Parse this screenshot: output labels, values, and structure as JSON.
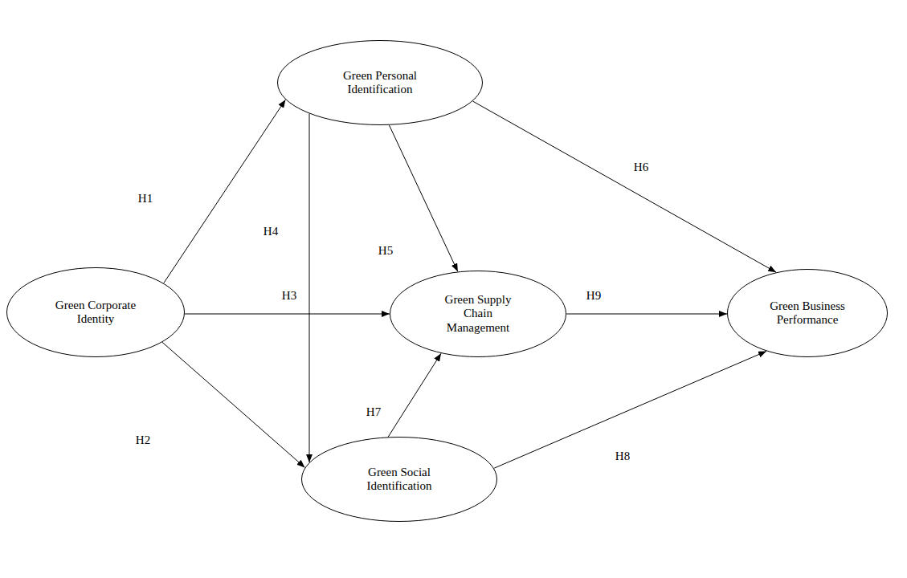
{
  "diagram": {
    "nodes": [
      {
        "text": [
          "Green Personal Identification"
        ]
      },
      {
        "text": [
          "Green Corporate Identity"
        ]
      },
      {
        "text": [
          "Green Supply Chain Management"
        ]
      },
      {
        "text": [
          "Green Business Performance"
        ]
      },
      {
        "text": [
          "Green Social Identification"
        ]
      }
    ],
    "edges": [
      {
        "from": 1,
        "to": 0,
        "label": "H1",
        "arrow": "to"
      },
      {
        "from": 1,
        "to": 4,
        "label": "H2",
        "arrow": "to"
      },
      {
        "from": 1,
        "to": 2,
        "label": "H3",
        "arrow": "to"
      },
      {
        "from": 0,
        "to": 4,
        "label": "H4",
        "arrow": "to"
      },
      {
        "from": 0,
        "to": 2,
        "label": "H5",
        "arrow": "to"
      },
      {
        "from": 0,
        "to": 3,
        "label": "H6",
        "arrow": "to"
      },
      {
        "from": 4,
        "to": 2,
        "label": "H7",
        "arrow": "to"
      },
      {
        "from": 4,
        "to": 3,
        "label": "H8",
        "arrow": "to"
      },
      {
        "from": 2,
        "to": 3,
        "label": "H9",
        "arrow": "to"
      }
    ]
  }
}
